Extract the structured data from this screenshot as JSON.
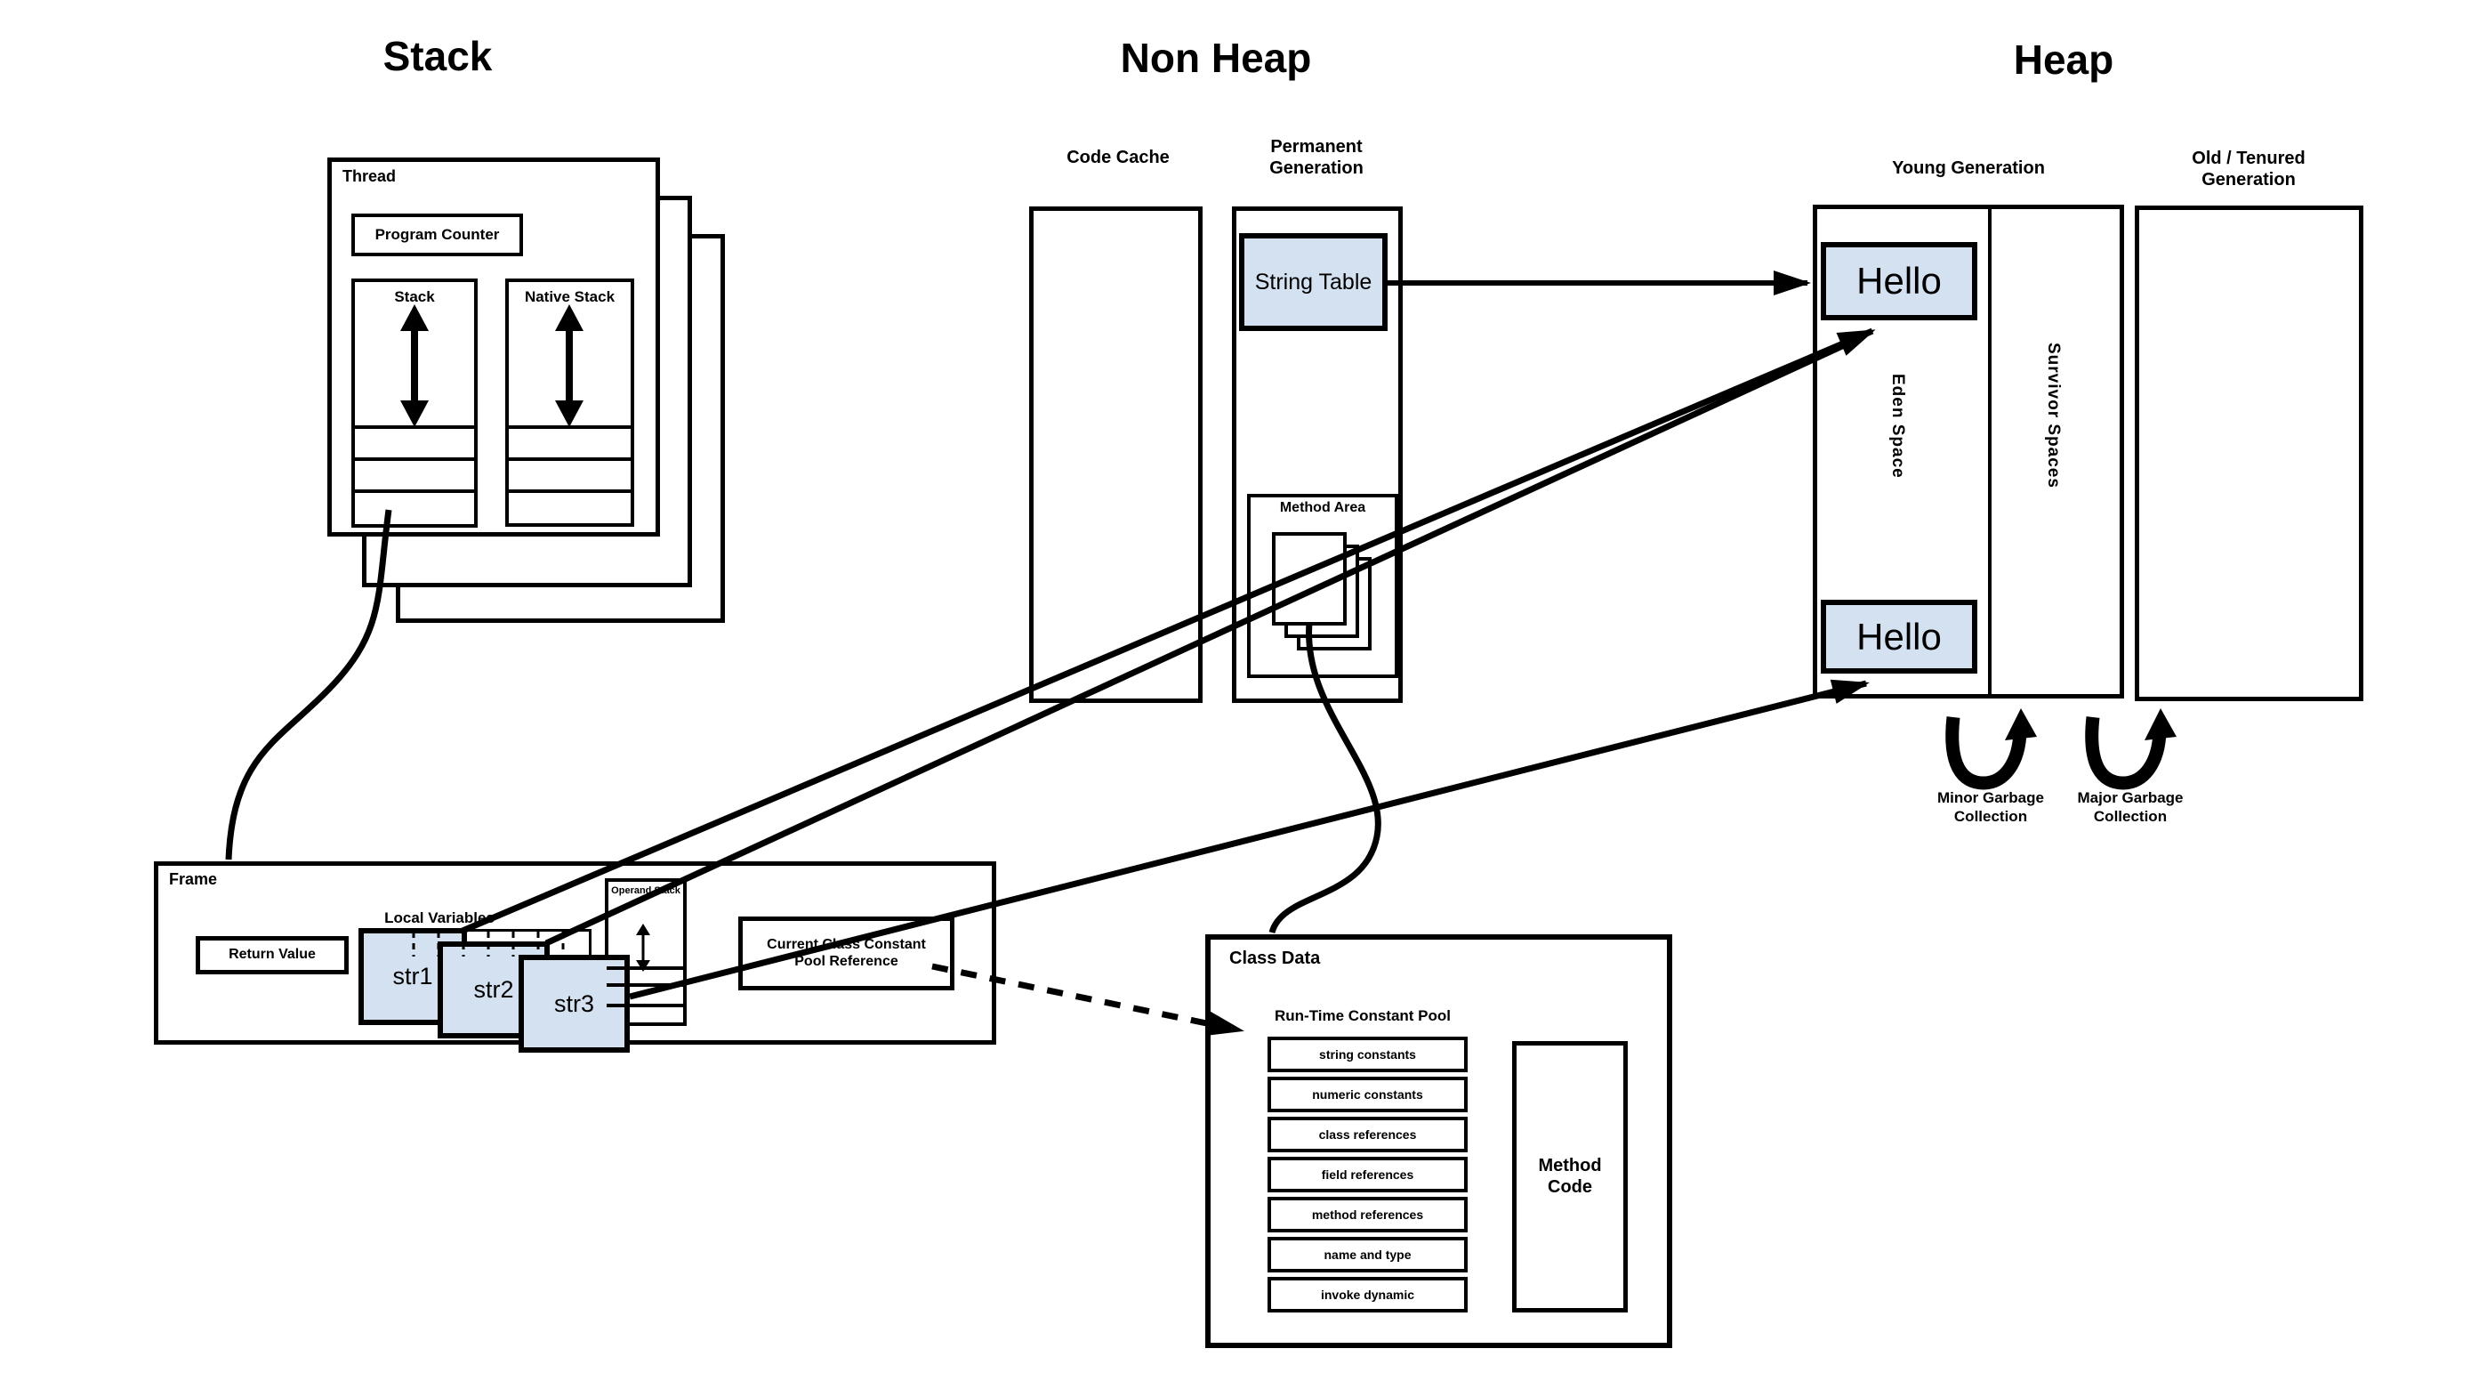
{
  "titles": {
    "stack": "Stack",
    "non_heap": "Non Heap",
    "heap": "Heap"
  },
  "thread": {
    "label": "Thread",
    "program_counter": "Program Counter",
    "stack_label": "Stack",
    "native_stack_label": "Native Stack"
  },
  "non_heap": {
    "code_cache": "Code Cache",
    "permanent_generation": "Permanent Generation",
    "string_table": "String Table",
    "method_area": "Method Area"
  },
  "heap": {
    "young_generation": "Young Generation",
    "old_tenured": "Old / Tenured Generation",
    "eden": "Eden Space",
    "survivor": "Survivor Spaces",
    "hello_1": "Hello",
    "hello_2": "Hello",
    "minor_gc": "Minor Garbage Collection",
    "major_gc": "Major Garbage Collection"
  },
  "frame": {
    "label": "Frame",
    "return_value": "Return Value",
    "local_variables": "Local Variables",
    "vars": [
      "str1",
      "str2",
      "str3"
    ],
    "operand_stack": "Operand Stack",
    "current_class": "Current Class Constant Pool Reference"
  },
  "class_data": {
    "label": "Class Data",
    "runtime_pool": "Run-Time Constant Pool",
    "rows": [
      "string constants",
      "numeric constants",
      "class references",
      "field references",
      "method references",
      "name and type",
      "invoke dynamic"
    ],
    "method_code": "Method Code"
  },
  "colors": {
    "box_fill": "#d3e1f1",
    "line": "#000000",
    "background": "#ffffff"
  }
}
